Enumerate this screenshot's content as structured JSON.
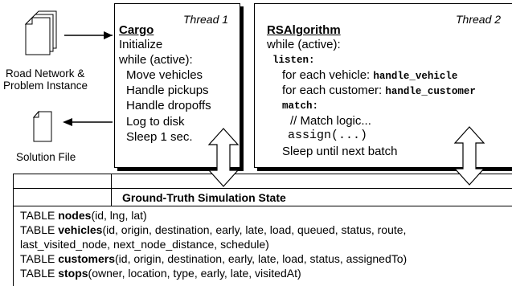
{
  "inputs": {
    "road_network_label_line1": "Road Network &",
    "road_network_label_line2": "Problem Instance",
    "solution_file_label": "Solution File"
  },
  "cargo": {
    "thread_label": "Thread 1",
    "title": "Cargo",
    "lines": [
      "Initialize",
      "while (active):",
      "Move vehicles",
      "Handle pickups",
      "Handle dropoffs",
      "Log to disk",
      "Sleep 1 sec."
    ]
  },
  "rsalgorithm": {
    "thread_label": "Thread 2",
    "title": "RSAlgorithm",
    "while_line": "while (active):",
    "listen_kw": "listen:",
    "vehicle_prefix": "for each vehicle: ",
    "vehicle_fn": "handle_vehicle",
    "customer_prefix": "for each customer: ",
    "customer_fn": "handle_customer",
    "match_kw": "match:",
    "match_comment": "// Match logic...",
    "assign_call": "assign(...)",
    "sleep_line": "Sleep until next batch"
  },
  "state": {
    "header": "Ground-Truth Simulation State",
    "table_kw": "TABLE ",
    "nodes_name": "nodes",
    "nodes_cols": "(id, lng, lat)",
    "vehicles_name": "vehicles",
    "vehicles_cols_1": "(id, origin, destination, early, late, load, queued, status, route,",
    "vehicles_cols_2": "last_visited_node, next_node_distance, schedule)",
    "customers_name": "customers",
    "customers_cols": "(id, origin, destination, early, late, load, status, assignedTo)",
    "stops_name": "stops",
    "stops_cols": "(owner, location, type, early, late, visitedAt)"
  }
}
